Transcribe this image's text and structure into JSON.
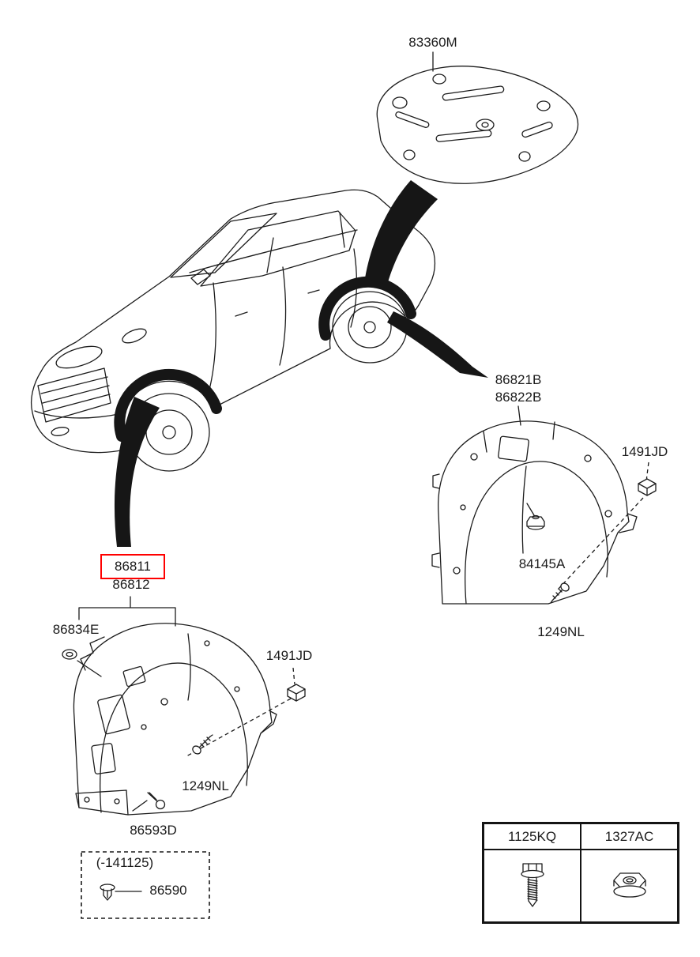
{
  "diagram": {
    "name": "wheel-guard-and-under-cover-parts-diagram",
    "highlight_color": "#ff0000",
    "line_color": "#1c1c1c"
  },
  "parts": {
    "under_cover": {
      "label": "83360M"
    },
    "rear_guard_a": {
      "label": "86821B"
    },
    "rear_guard_b": {
      "label": "86822B"
    },
    "rear_clip": {
      "label": "1491JD",
      "icon": "clip-icon"
    },
    "rear_nut": {
      "label": "84145A",
      "icon": "nut-icon"
    },
    "rear_screw": {
      "label": "1249NL",
      "icon": "screw-icon"
    },
    "front_guard_a": {
      "label": "86811",
      "highlighted": true
    },
    "front_guard_b": {
      "label": "86812"
    },
    "front_grommet": {
      "label": "86834E",
      "icon": "grommet-icon"
    },
    "front_clip": {
      "label": "1491JD",
      "icon": "clip-icon"
    },
    "front_screw": {
      "label": "1249NL",
      "icon": "screw-icon"
    },
    "front_bolt": {
      "label": "86593D",
      "icon": "bolt-icon"
    },
    "legacy_note": {
      "label": "(-141125)"
    },
    "legacy_part": {
      "label": "86590",
      "icon": "rivet-icon"
    }
  },
  "table": {
    "columns": [
      {
        "header": "1125KQ",
        "icon": "flange-bolt-icon"
      },
      {
        "header": "1327AC",
        "icon": "flange-nut-icon"
      }
    ]
  }
}
